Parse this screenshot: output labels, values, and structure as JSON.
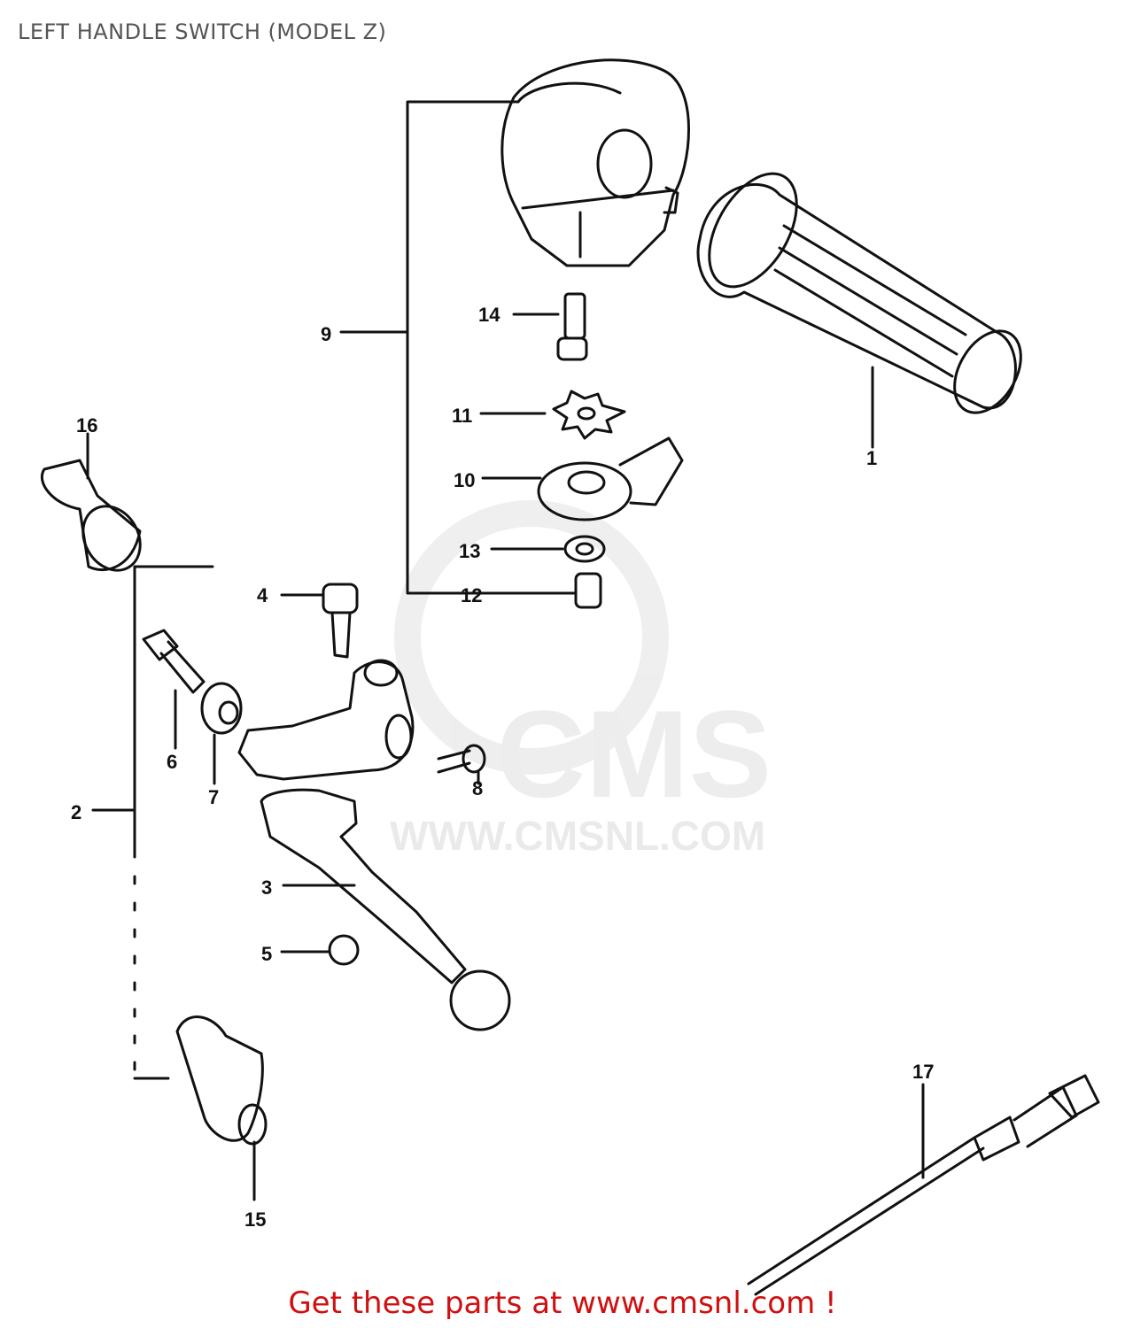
{
  "title": "LEFT HANDLE SWITCH (MODEL Z)",
  "watermark": {
    "brand": "CMS",
    "url": "WWW.CMSNL.COM",
    "color": "#e8e8e8"
  },
  "labels": {
    "p1": "1",
    "p2": "2",
    "p3": "3",
    "p4": "4",
    "p5": "5",
    "p6": "6",
    "p7": "7",
    "p8": "8",
    "p9": "9",
    "p10": "10",
    "p11": "11",
    "p12": "12",
    "p13": "13",
    "p14": "14",
    "p15": "15",
    "p16": "16",
    "p17": "17"
  },
  "footer": {
    "text": "Get these parts at www.cmsnl.com !",
    "color": "#d01010"
  }
}
